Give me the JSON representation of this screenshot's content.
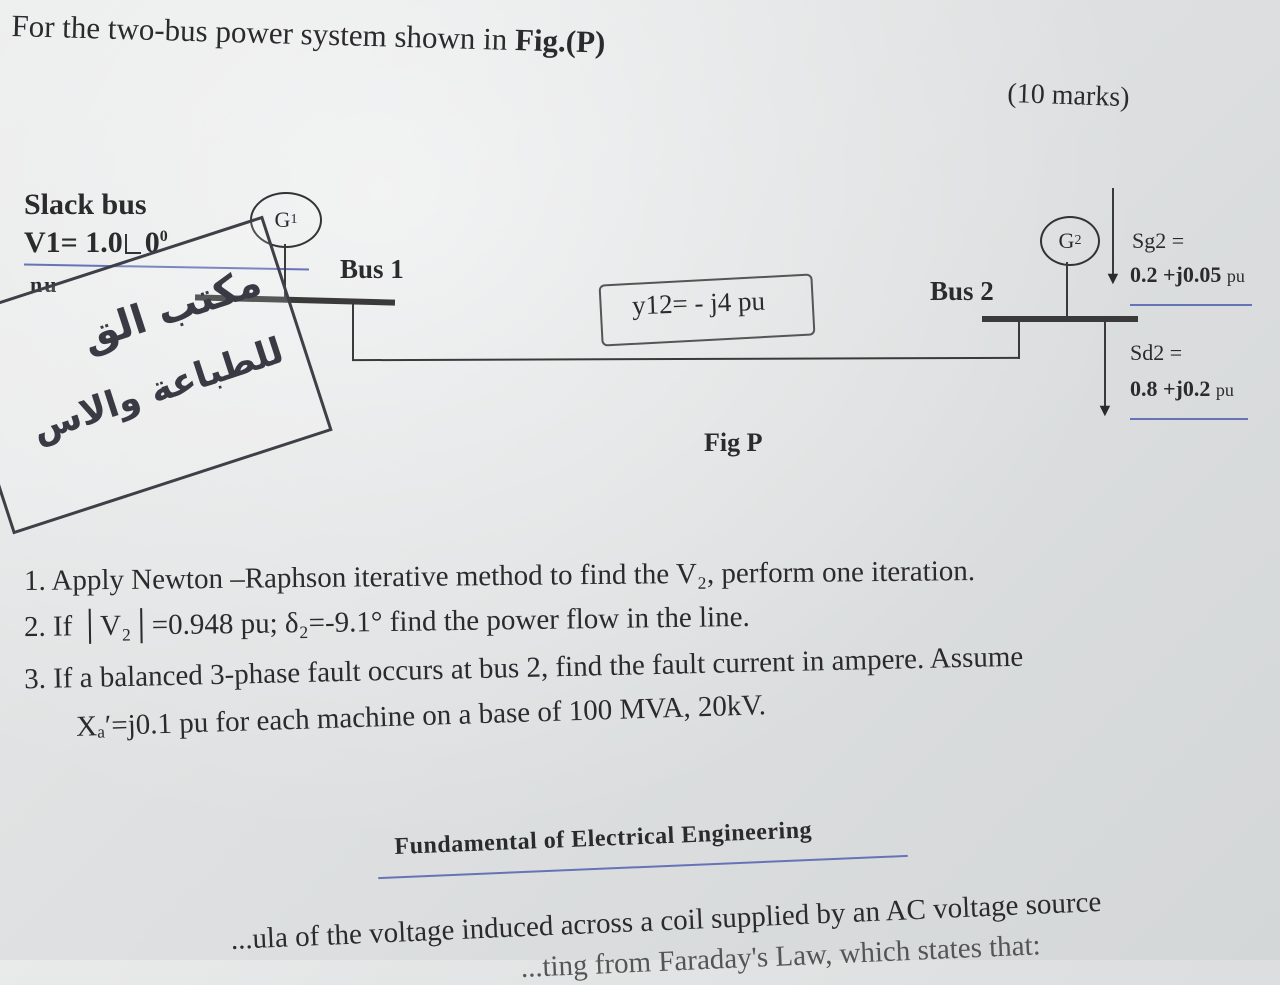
{
  "header": {
    "prefix": "For the two-bus power system shown in ",
    "fig_ref": "Fig.(P)",
    "marks": "(10 marks)"
  },
  "diagram": {
    "slack_label": "Slack bus",
    "v1_label": "V1= 1.0",
    "v1_angle": "0",
    "v1_deg": "0",
    "pu_fragment": "nu",
    "g1_label": "G",
    "g1_sub": "1",
    "bus1_label": "Bus 1",
    "y12_label": "y12= - j4 pu",
    "bus2_label": "Bus 2",
    "g2_label": "G",
    "g2_sub": "2",
    "sg2_label": "Sg2 =",
    "sg2_value": "0.2 +j0.05",
    "sg2_unit": "pu",
    "sd2_label": "Sd2 =",
    "sd2_value": "0.8 +j0.2",
    "sd2_unit": "pu",
    "fig_caption": "Fig P"
  },
  "stamp": {
    "line1": "مكتب الق",
    "line2": "للطباعة والاس"
  },
  "questions": [
    {
      "num": "1.",
      "text": "Apply Newton –Raphson  iterative method to find the V₂, perform one iteration."
    },
    {
      "num": "2.",
      "text": "If │V₂│=0.948 pu; δ₂=-9.1°  find the power flow  in the line."
    },
    {
      "num": "3.",
      "text": "If a balanced 3-phase fault occurs at bus 2, find the fault current in ampere. Assume"
    },
    {
      "num": "",
      "text": "Xₐ′=j0.1 pu for each machine on a base of 100 MVA, 20kV."
    }
  ],
  "footer": {
    "title": "Fundamental of Electrical Engineering",
    "line1": "...ula of the voltage induced across a coil supplied by an AC voltage source",
    "line2": "...ting from Faraday's Law, which states that:"
  }
}
